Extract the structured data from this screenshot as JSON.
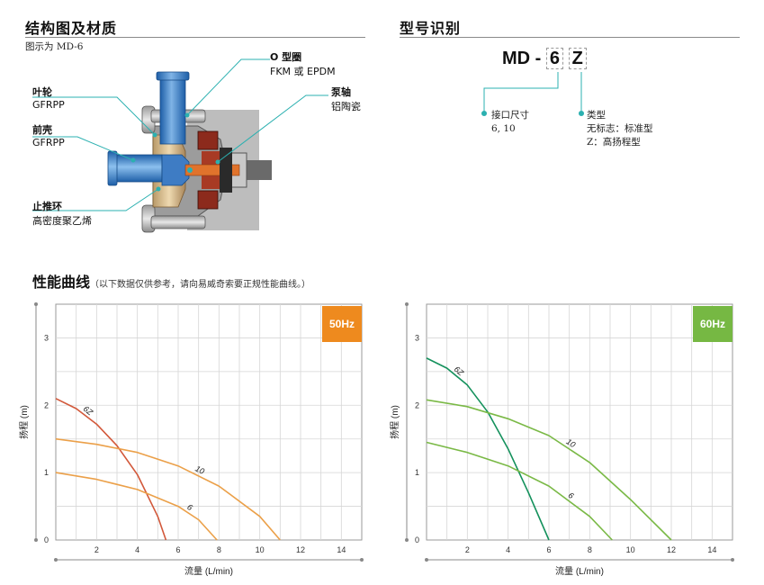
{
  "structure": {
    "title": "结构图及材质",
    "caption": "图示为 MD-6",
    "labels": [
      {
        "name": "O 型圈",
        "material": "FKM 或 EPDM"
      },
      {
        "name": "叶轮",
        "material": "GFRPP"
      },
      {
        "name": "泵轴",
        "material": "铝陶瓷"
      },
      {
        "name": "前壳",
        "material": "GFRPP"
      },
      {
        "name": "止推环",
        "material": "高密度聚乙烯"
      }
    ]
  },
  "model_id": {
    "title": "型号识别",
    "prefix": "MD",
    "sep": "-",
    "size_code": "6",
    "type_code": "Z",
    "port_label": "接口尺寸",
    "port_values": "6, 10",
    "type_label": "类型",
    "type_standard": "无标志：标准型",
    "type_high": "Z：高扬程型"
  },
  "performance": {
    "title": "性能曲线",
    "note": "（以下数据仅供参考，请向易威奇索要正规性能曲线。）"
  },
  "colors": {
    "orange": "#EE8A1E",
    "green": "#76B843",
    "teal": "#2BB0B0",
    "red_curve": "#D2583A",
    "orange_curve": "#EBA049",
    "green_curve": "#7AB946",
    "dark_green_curve": "#14915C"
  },
  "chart_data": [
    {
      "type": "line",
      "badge": "50Hz",
      "xlabel": "流量 (L/min)",
      "ylabel": "扬程 (m)",
      "xlim": [
        0,
        15
      ],
      "ylim": [
        0,
        3.5
      ],
      "xticks": [
        2,
        4,
        6,
        8,
        10,
        12,
        14
      ],
      "yticks": [
        0,
        1,
        2,
        3
      ],
      "grid": true,
      "series": [
        {
          "name": "6Z",
          "x": [
            0,
            1,
            2,
            3,
            4,
            5,
            5.4
          ],
          "y": [
            2.1,
            1.95,
            1.72,
            1.4,
            0.97,
            0.35,
            0
          ]
        },
        {
          "name": "10",
          "x": [
            0,
            2,
            4,
            6,
            8,
            10,
            11
          ],
          "y": [
            1.5,
            1.42,
            1.3,
            1.1,
            0.8,
            0.35,
            0
          ]
        },
        {
          "name": "6",
          "x": [
            0,
            2,
            4,
            6,
            7,
            7.9
          ],
          "y": [
            1.0,
            0.9,
            0.75,
            0.5,
            0.3,
            0
          ]
        }
      ]
    },
    {
      "type": "line",
      "badge": "60Hz",
      "xlabel": "流量 (L/min)",
      "ylabel": "扬程 (m)",
      "xlim": [
        0,
        15
      ],
      "ylim": [
        0,
        3.5
      ],
      "xticks": [
        2,
        4,
        6,
        8,
        10,
        12,
        14
      ],
      "yticks": [
        0,
        1,
        2,
        3
      ],
      "grid": true,
      "series": [
        {
          "name": "6Z",
          "x": [
            0,
            1,
            2,
            3,
            4,
            5,
            6
          ],
          "y": [
            2.7,
            2.55,
            2.3,
            1.9,
            1.35,
            0.7,
            0
          ]
        },
        {
          "name": "10",
          "x": [
            0,
            2,
            4,
            6,
            8,
            10,
            12
          ],
          "y": [
            2.08,
            1.98,
            1.8,
            1.55,
            1.15,
            0.6,
            0
          ]
        },
        {
          "name": "6",
          "x": [
            0,
            2,
            4,
            6,
            8,
            9.1
          ],
          "y": [
            1.45,
            1.3,
            1.1,
            0.8,
            0.35,
            0
          ]
        }
      ]
    }
  ]
}
